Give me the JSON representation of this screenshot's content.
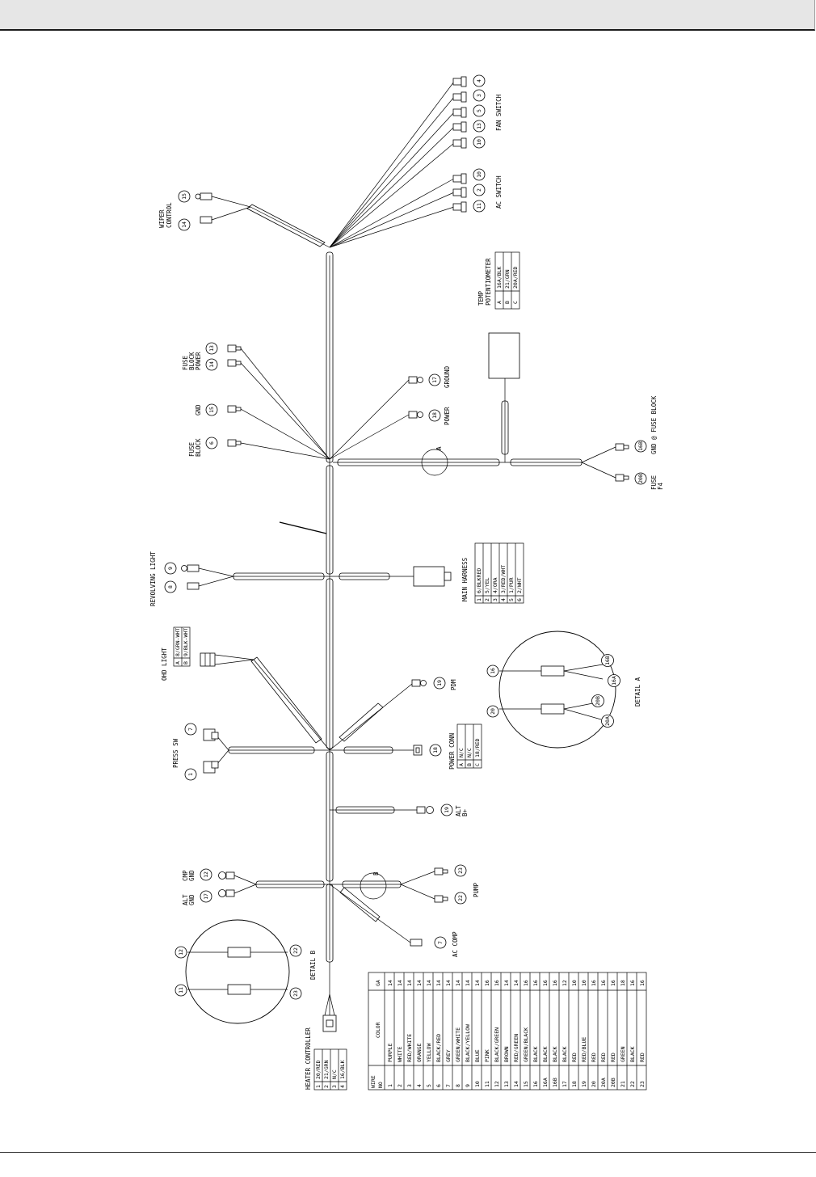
{
  "labels": {
    "fan_switch": "FAN SWITCH",
    "ac_switch": "AC SWITCH",
    "wiper_control": "WIPER\nCONTROL",
    "temp_potentiometer": "TEMP\nPOTENTIOMETER",
    "fuse_block_power": "FUSE\nBLOCK\nPOWER",
    "gnd": "GND",
    "fuse_block": "FUSE\nBLOCK",
    "ground": "GROUND",
    "power": "POWER",
    "gnd_fuse_block": "GND @ FUSE BLOCK",
    "fuse_f4": "FUSE\nF4",
    "revolving_light": "REVOLVING LIGHT",
    "main_harness": "MAIN HARNESS",
    "ohd_light": "OHD LIGHT",
    "press_sw": "PRESS SW",
    "pdm": "PDM",
    "power_conn": "POWER CONN",
    "detail_a": "DETAIL A",
    "detail_a_marker": "A",
    "alt_b_plus": "ALT\nB+",
    "cmp_gnd": "CMP\nGND",
    "alt_gnd": "ALT\nGND",
    "pump": "PUMP",
    "ac_comp": "AC COMP",
    "detail_b": "DETAIL B",
    "detail_b_marker": "B",
    "heater_controller": "HEATER CONTROLLER"
  },
  "callouts": {
    "fan_switch": [
      "4",
      "3",
      "5",
      "13",
      "10"
    ],
    "ac_switch": [
      "10",
      "2",
      "11"
    ],
    "wiper": [
      "15",
      "14"
    ],
    "fuse_block_power": [
      "13",
      "14"
    ],
    "gnd": "15",
    "fuse_block": "6",
    "ground": "17",
    "power": "18",
    "gnd_fuse_block": "16B",
    "fuse_f4": "20B",
    "revolving_light": [
      "9",
      "8"
    ],
    "press_sw": [
      "7",
      "1"
    ],
    "pdm": "19",
    "power_conn": "18",
    "detail_a": [
      "16",
      "16B",
      "16A",
      "20",
      "20B",
      "20A"
    ],
    "alt_b_plus": "19",
    "cmp_gnd": "12",
    "alt_gnd": "17",
    "pump": [
      "23",
      "22"
    ],
    "ac_comp": "7",
    "detail_b": [
      "12",
      "22",
      "11",
      "23"
    ]
  },
  "tables": {
    "temp_potentiometer": [
      [
        "A",
        "16A/BLK"
      ],
      [
        "B",
        "21/GRN"
      ],
      [
        "C",
        "20A/RED"
      ]
    ],
    "main_harness": [
      [
        "1",
        "6/BLKRED"
      ],
      [
        "2",
        "5/YEL"
      ],
      [
        "3",
        "4/ORA"
      ],
      [
        "4",
        "3/RED/WHT"
      ],
      [
        "5",
        "1/PUR"
      ],
      [
        "6",
        "2/WHT"
      ]
    ],
    "ohd_light": [
      [
        "A",
        "8/GRN-WHT"
      ],
      [
        "B",
        "9/BLK-WHT"
      ]
    ],
    "power_conn": [
      [
        "A",
        "N/C"
      ],
      [
        "B",
        "N/C"
      ],
      [
        "C",
        "18/RED"
      ]
    ],
    "heater_controller": [
      [
        "1",
        "20/RED"
      ],
      [
        "2",
        "21/GRN"
      ],
      [
        "3",
        "N/C"
      ],
      [
        "4",
        "16/BLK"
      ]
    ],
    "wire_chart": {
      "headers": [
        "WIRE\nNO",
        "COLOR",
        "GA"
      ],
      "rows": [
        [
          "1",
          "PURPLE",
          "14"
        ],
        [
          "2",
          "WHITE",
          "14"
        ],
        [
          "3",
          "RED/WHITE",
          "14"
        ],
        [
          "4",
          "ORANGE",
          "14"
        ],
        [
          "5",
          "YELLOW",
          "14"
        ],
        [
          "6",
          "BLACK/RED",
          "14"
        ],
        [
          "7",
          "GREY",
          "14"
        ],
        [
          "8",
          "GREEN/WHITE",
          "14"
        ],
        [
          "9",
          "BLACK/YELLOW",
          "14"
        ],
        [
          "10",
          "BLUE",
          "14"
        ],
        [
          "11",
          "PINK",
          "16"
        ],
        [
          "12",
          "BLACK/GREEN",
          "16"
        ],
        [
          "13",
          "BROWN",
          "14"
        ],
        [
          "14",
          "RED/GREEN",
          "14"
        ],
        [
          "15",
          "GREEN/BLACK",
          "16"
        ],
        [
          "16",
          "BLACK",
          "16"
        ],
        [
          "16A",
          "BLACK",
          "16"
        ],
        [
          "16B",
          "BLACK",
          "16"
        ],
        [
          "17",
          "BLACK",
          "12"
        ],
        [
          "18",
          "RED",
          "10"
        ],
        [
          "19",
          "RED/BLUE",
          "10"
        ],
        [
          "20",
          "RED",
          "16"
        ],
        [
          "20A",
          "RED",
          "16"
        ],
        [
          "20B",
          "RED",
          "16"
        ],
        [
          "21",
          "GREEN",
          "18"
        ],
        [
          "22",
          "BLACK",
          "16"
        ],
        [
          "23",
          "RED",
          "16"
        ]
      ]
    }
  }
}
